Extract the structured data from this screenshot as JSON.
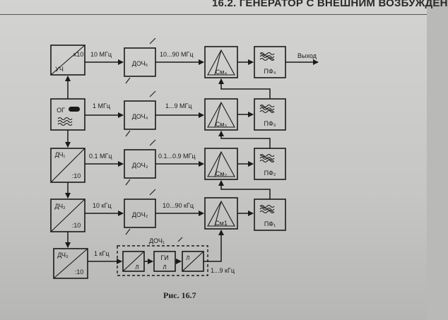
{
  "header": {
    "title": "16.2. ГЕНЕРАТОР С ВНЕШНИМ ВОЗБУЖДЕН"
  },
  "caption": "Рис. 16.7",
  "blocks": {
    "uch_top": "x10",
    "uch_bottom": "УЧ",
    "og": "ОГ",
    "dch1": "ДЧ₁",
    "dch2": "ДЧ₂",
    "dch3": "ДЧ₃",
    "div10": ":10",
    "doch5": "ДОЧ₅",
    "doch4": "ДОЧ₄",
    "doch3": "ДОЧ₃",
    "doch2": "ДОЧ₂",
    "doch1_group": "ДОЧ₁",
    "sm4": "См₄",
    "sm3": "См₃",
    "sm2": "См₂",
    "sm1": "См1",
    "pf4": "ПФ₄",
    "pf3": "ПФ₃",
    "pf2": "ПФ₂",
    "pf1": "ПФ₁",
    "gi": "ГИ",
    "pulse": "Л"
  },
  "signals": {
    "f10mhz": "10 МГц",
    "f10_90mhz": "10...90 МГц",
    "f1mhz": "1 МГц",
    "f1_9mhz": "1...9 МГц",
    "f01mhz": "0.1 МГц",
    "f01_09mhz": "0.1...0.9 МГц",
    "f10khz": "10 кГц",
    "f10_90khz": "10...90 кГц",
    "f1khz": "1 кГц",
    "f1_9khz": "1...9 кГц",
    "output": "Выход"
  }
}
